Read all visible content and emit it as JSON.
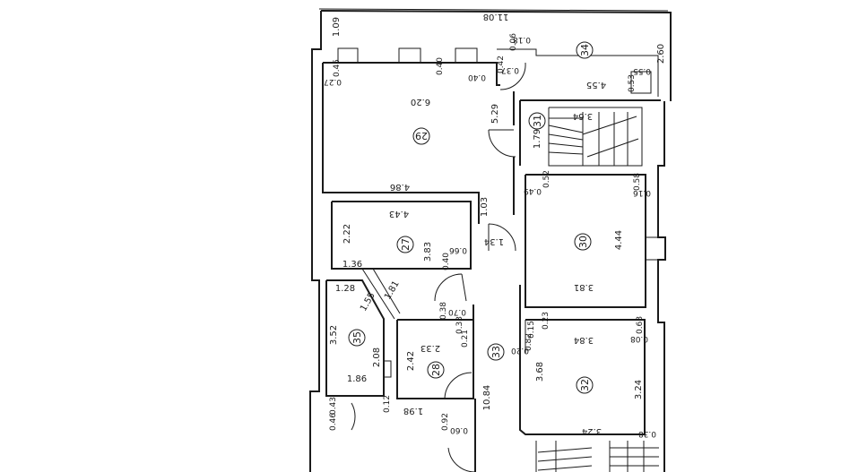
{
  "rooms": [
    {
      "id": "29"
    },
    {
      "id": "34"
    },
    {
      "id": "31"
    },
    {
      "id": "30"
    },
    {
      "id": "27"
    },
    {
      "id": "35"
    },
    {
      "id": "28"
    },
    {
      "id": "33"
    },
    {
      "id": "32"
    }
  ],
  "dimensions": {
    "d_11_08": "11.08",
    "d_1_09": "1.09",
    "d_2_60": "2.60",
    "d_4_55": "4.55",
    "d_0_55": "0.55",
    "d_0_53": "0.53",
    "d_0_18": "0.18",
    "d_0_06": "0.06",
    "d_0_37": "0.37",
    "d_0_42": "0.42",
    "d_0_45": "0.45",
    "d_0_27": "0.27",
    "d_0_40a": "0.40",
    "d_0_40b": "0.40",
    "d_6_20": "6.20",
    "d_5_29": "5.29",
    "d_3_64": "3.64",
    "d_1_79": "1.79",
    "d_4_86": "4.86",
    "d_0_52": "0.52",
    "d_0_58": "0.58",
    "d_0_49": "0.49",
    "d_0_16": "0.16",
    "d_1_03": "1.03",
    "d_4_43": "4.43",
    "d_2_22": "2.22",
    "d_3_83": "3.83",
    "d_0_40c": "0.40",
    "d_0_66": "0.66",
    "d_1_34": "1.34",
    "d_4_44": "4.44",
    "d_3_81": "3.81",
    "d_1_36": "1.36",
    "d_1_28": "1.28",
    "d_1_81": "1.81",
    "d_1_55": "1.55",
    "d_3_52": "3.52",
    "d_0_38": "0.38",
    "d_0_70": "0.70",
    "d_0_33": "0.33",
    "d_0_21": "0.21",
    "d_2_33": "2.33",
    "d_2_08": "2.08",
    "d_2_42": "2.42",
    "d_1_86": "1.86",
    "d_0_12": "0.12",
    "d_1_98": "1.98",
    "d_0_43": "0.43",
    "d_0_46": "0.46",
    "d_10_84": "10.84",
    "d_0_92": "0.92",
    "d_0_60": "0.60",
    "d_0_15": "0.15",
    "d_0_23": "0.23",
    "d_0_82": "0.82",
    "d_0_20": "0.20",
    "d_0_68": "0.68",
    "d_0_08": "0.08",
    "d_3_84": "3.84",
    "d_3_68": "3.68",
    "d_3_24a": "3.24",
    "d_3_24b": "3.24",
    "d_0_38b": "0.38"
  }
}
